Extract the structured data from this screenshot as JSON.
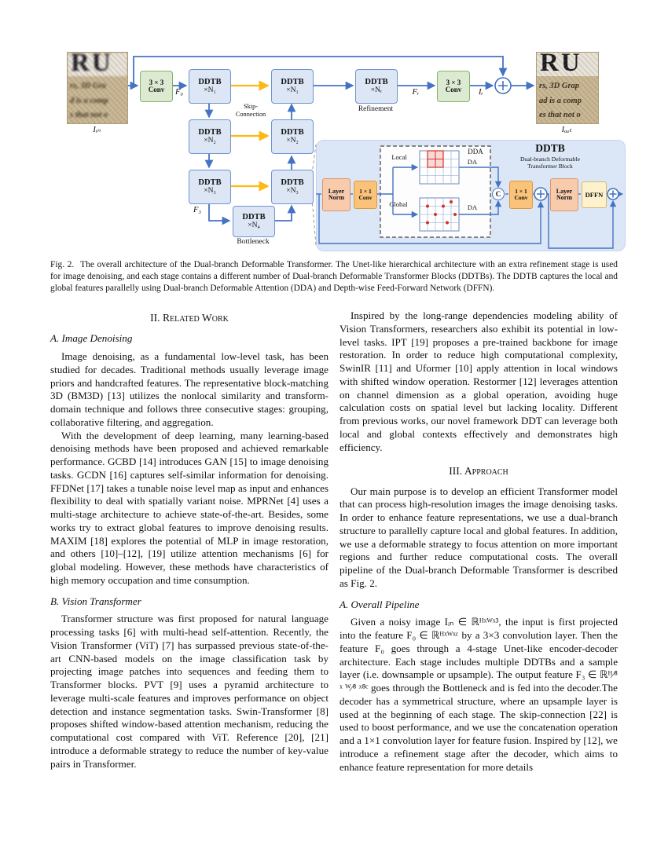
{
  "colors": {
    "arrow_blue": "#4472c4",
    "skip_yellow": "#fdb913",
    "ddtb_fill": "#dce6f5",
    "conv_fill": "#dcead2",
    "layernorm_fill": "#f8cbad",
    "conv11_fill": "#fbc27a",
    "dffn_fill": "#fdf2cd",
    "panel_fill": "#dbe7f6",
    "highlight_red": "#d93025"
  },
  "figure": {
    "images": {
      "in_top": "RU",
      "out_top": "RU",
      "in_lines": [
        "rs, 3D Gra",
        "d is a comp",
        "s that not o"
      ],
      "out_lines": [
        "rs, 3D Grap",
        "ad is a comp",
        "es that not o"
      ],
      "input_label": "Iᵢₙ",
      "output_label": "Iₒᵤₜ"
    },
    "boxes": {
      "conv1": {
        "l1": "3 × 3",
        "l2": "Conv"
      },
      "conv2": {
        "l1": "3 × 3",
        "l2": "Conv"
      },
      "enc1": {
        "l1": "DDTB",
        "l2": "×N₁"
      },
      "enc2": {
        "l1": "DDTB",
        "l2": "×N₂"
      },
      "enc3": {
        "l1": "DDTB",
        "l2": "×N₃"
      },
      "dec1": {
        "l1": "DDTB",
        "l2": "×N₁"
      },
      "dec2": {
        "l1": "DDTB",
        "l2": "×N₂"
      },
      "dec3": {
        "l1": "DDTB",
        "l2": "×N₃"
      },
      "bott": {
        "l1": "DDTB",
        "l2": "×N₄"
      },
      "ref": {
        "l1": "DDTB",
        "l2": "×Nᵣ"
      }
    },
    "labels": {
      "f0": "F₀",
      "f3": "F₃",
      "fr": "Fᵣ",
      "ir": "Iᵣ",
      "skip1": "Skip-",
      "skip2": "Connection",
      "refinement": "Refinement",
      "bottleneck": "Bottleneck"
    },
    "panel": {
      "title": "DDTB",
      "subtitle1": "Dual-branch Deformable",
      "subtitle2": "Transformer Block",
      "ln1": {
        "l1": "Layer",
        "l2": "Norm"
      },
      "ln2": {
        "l1": "Layer",
        "l2": "Norm"
      },
      "conv_a": {
        "l1": "1 × 1",
        "l2": "Conv"
      },
      "conv_b": {
        "l1": "1 × 1",
        "l2": "Conv"
      },
      "dffn": "DFFN",
      "dda": "DDA",
      "da1": "DA",
      "da2": "DA",
      "local": "Local",
      "global": "Global",
      "concat": "C"
    }
  },
  "caption": {
    "tag": "Fig. 2.",
    "text": "The overall architecture of the Dual-branch Deformable Transformer. The Unet-like hierarchical architecture with an extra refinement stage is used for image denoising, and each stage contains a different number of Dual-branch Deformable Transformer Blocks (DDTBs). The DDTB captures the local and global features parallelly using Dual-branch Deformable Attention (DDA) and Depth-wise Feed-Forward Network (DFFN)."
  },
  "content": {
    "left": {
      "heading": "II. Related Work",
      "sub_a": "A. Image Denoising",
      "p1": "Image denoising, as a fundamental low-level task, has been studied for decades. Traditional methods usually leverage image priors and handcrafted features. The representative block-matching 3D (BM3D) [13] utilizes the nonlocal similarity and transform-domain technique and follows three consecutive stages: grouping, collaborative filtering, and aggregation.",
      "p2": "With the development of deep learning, many learning-based denoising methods have been proposed and achieved remarkable performance. GCBD [14] introduces GAN [15] to image denoising tasks. GCDN [16] captures self-similar information for denoising. FFDNet [17] takes a tunable noise level map as input and enhances flexibility to deal with spatially variant noise. MPRNet [4] uses a multi-stage architecture to achieve state-of-the-art. Besides, some works try to extract global features to improve denoising results. MAXIM [18] explores the potential of MLP in image restoration, and others [10]–[12], [19] utilize attention mechanisms [6] for global modeling. However, these methods have characteristics of high memory occupation and time consumption.",
      "sub_b": "B. Vision Transformer",
      "p3": "Transformer structure was first proposed for natural language processing tasks [6] with multi-head self-attention. Recently, the Vision Transformer (ViT) [7] has surpassed previous state-of-the-art CNN-based models on the image classification task by projecting image patches into sequences and feeding them to Transformer blocks. PVT [9] uses a pyramid architecture to leverage multi-scale features and improves performance on object detection and instance segmentation tasks. Swin-Transformer [8] proposes shifted window-based attention mechanism, reducing the computational cost compared with ViT. Reference [20], [21] introduce a deformable strategy to reduce the number of key-value pairs in Transformer."
    },
    "right": {
      "p4": "Inspired by the long-range dependencies modeling ability of Vision Transformers, researchers also exhibit its potential in low-level tasks. IPT [19] proposes a pre-trained backbone for image restoration. In order to reduce high computational complexity, SwinIR [11] and Uformer [10] apply attention in local windows with shifted window operation. Restormer [12] leverages attention on channel dimension as a global operation, avoiding huge calculation costs on spatial level but lacking locality. Different from previous works, our novel framework DDT can leverage both local and global contexts effectively and demonstrates high efficiency.",
      "heading": "III. Approach",
      "p5": "Our main purpose is to develop an efficient Transformer model that can process high-resolution images the image denoising tasks. In order to enhance feature representations, we use a dual-branch structure to parallelly capture local and global features. In addition, we use a deformable strategy to focus attention on more important regions and further reduce computational costs. The overall pipeline of the Dual-branch Deformable Transformer is described as Fig. 2.",
      "sub_a": "A. Overall Pipeline",
      "p6": "Given a noisy image Iᵢₙ ∈ ℝᴴˣᵂˣ³, the input is first projected into the feature F₀ ∈ ℝᴴˣᵂˣᶜ by a 3×3 convolution layer. Then the feature F₀ goes through a 4-stage Unet-like encoder-decoder architecture. Each stage includes multiple DDTBs and a sample layer (i.e. downsample or upsample). The output feature F₃ ∈ ℝᴴ⁄⁸ ˣ ᵂ⁄⁸ ˣ⁸ᶜ goes through the Bottleneck and is fed into the decoder.The decoder has a symmetrical structure, where an upsample layer is used at the beginning of each stage. The skip-connection [22] is used to boost performance, and we use the concatenation operation and a 1×1 convolution layer for feature fusion. Inspired by [12], we introduce a refinement stage after the decoder, which aims to enhance feature representation for more details"
    }
  }
}
